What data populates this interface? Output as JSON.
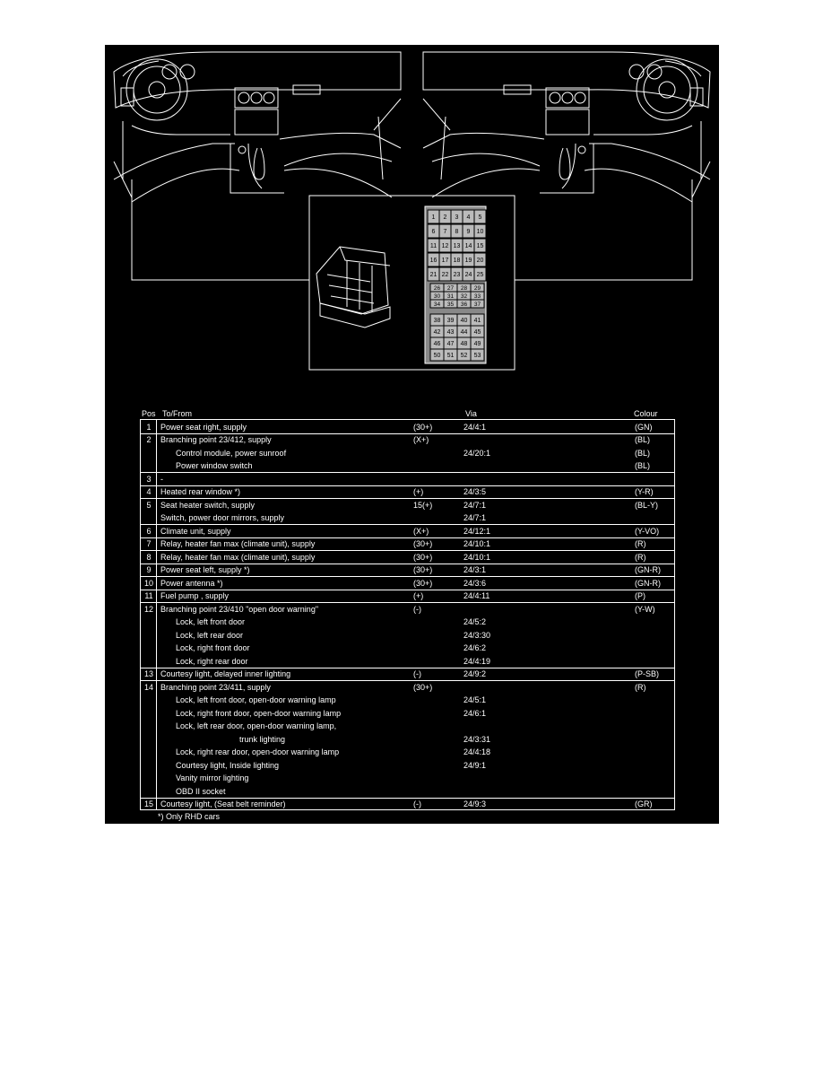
{
  "header": {
    "pos": "Pos",
    "tofrom": "To/From",
    "via": "Via",
    "colour": "Colour"
  },
  "grid": {
    "top": [
      "1",
      "2",
      "3",
      "4",
      "5",
      "6",
      "7",
      "8",
      "9",
      "10",
      "11",
      "12",
      "13",
      "14",
      "15",
      "16",
      "17",
      "18",
      "19",
      "20",
      "21",
      "22",
      "23",
      "24",
      "25"
    ],
    "mid": [
      "26",
      "27",
      "28",
      "29",
      "30",
      "31",
      "32",
      "33",
      "34",
      "35",
      "36",
      "37"
    ],
    "bottom": [
      "38",
      "39",
      "40",
      "41",
      "42",
      "43",
      "44",
      "45",
      "46",
      "47",
      "48",
      "49",
      "50",
      "51",
      "52",
      "53"
    ]
  },
  "rows": [
    {
      "pos": "1",
      "text": "Power seat right, supply",
      "term": "(30+)",
      "via": "24/4:1",
      "colour": "(GN)",
      "indent": 0,
      "sep": "full"
    },
    {
      "pos": "2",
      "text": "Branching point 23/412, supply",
      "term": "(X+)",
      "via": "",
      "colour": "(BL)",
      "indent": 0,
      "sep": "full"
    },
    {
      "pos": "",
      "text": "Control module, power sunroof",
      "term": "",
      "via": "24/20:1",
      "colour": "(BL)",
      "indent": 1,
      "sep": "none"
    },
    {
      "pos": "",
      "text": "Power window switch",
      "term": "",
      "via": "",
      "colour": "(BL)",
      "indent": 1,
      "sep": "none"
    },
    {
      "pos": "3",
      "text": "-",
      "term": "",
      "via": "",
      "colour": "",
      "indent": 0,
      "sep": "full"
    },
    {
      "pos": "4",
      "text": "Heated rear window *)",
      "term": "(+)",
      "via": "24/3:5",
      "colour": "(Y-R)",
      "indent": 0,
      "sep": "full"
    },
    {
      "pos": "5",
      "text": "Seat heater switch, supply",
      "term": "15(+)",
      "via": "24/7:1",
      "colour": "(BL-Y)",
      "indent": 0,
      "sep": "full"
    },
    {
      "pos": "",
      "text": "Switch, power door mirrors, supply",
      "term": "",
      "via": "24/7:1",
      "colour": "",
      "indent": 0,
      "sep": "none"
    },
    {
      "pos": "6",
      "text": "Climate unit, supply",
      "term": "(X+)",
      "via": "24/12:1",
      "colour": "(Y-VO)",
      "indent": 0,
      "sep": "full"
    },
    {
      "pos": "7",
      "text": "Relay, heater fan max (climate unit), supply",
      "term": "(30+)",
      "via": "24/10:1",
      "colour": "(R)",
      "indent": 0,
      "sep": "full"
    },
    {
      "pos": "8",
      "text": "Relay, heater fan max (climate unit), supply",
      "term": "(30+)",
      "via": "24/10:1",
      "colour": "(R)",
      "indent": 0,
      "sep": "full"
    },
    {
      "pos": "9",
      "text": "Power seat left, supply *)",
      "term": "(30+)",
      "via": "24/3:1",
      "colour": "(GN-R)",
      "indent": 0,
      "sep": "full"
    },
    {
      "pos": "10",
      "text": "Power antenna *)",
      "term": "(30+)",
      "via": "24/3:6",
      "colour": "(GN-R)",
      "indent": 0,
      "sep": "full"
    },
    {
      "pos": "11",
      "text": "Fuel pump , supply",
      "term": "(+)",
      "via": "24/4:11",
      "colour": "(P)",
      "indent": 0,
      "sep": "full"
    },
    {
      "pos": "12",
      "text": "Branching point 23/410 \"open door warning\"",
      "term": "(-)",
      "via": "",
      "colour": "(Y-W)",
      "indent": 0,
      "sep": "full"
    },
    {
      "pos": "",
      "text": "Lock, left front door",
      "term": "",
      "via": "24/5:2",
      "colour": "",
      "indent": 1,
      "sep": "none"
    },
    {
      "pos": "",
      "text": "Lock, left rear door",
      "term": "",
      "via": "24/3:30",
      "colour": "",
      "indent": 1,
      "sep": "none"
    },
    {
      "pos": "",
      "text": "Lock, right front door",
      "term": "",
      "via": "24/6:2",
      "colour": "",
      "indent": 1,
      "sep": "none"
    },
    {
      "pos": "",
      "text": "Lock, right rear door",
      "term": "",
      "via": "24/4:19",
      "colour": "",
      "indent": 1,
      "sep": "none"
    },
    {
      "pos": "13",
      "text": "Courtesy light, delayed inner lighting",
      "term": "(-)",
      "via": "24/9:2",
      "colour": "(P-SB)",
      "indent": 0,
      "sep": "full"
    },
    {
      "pos": "14",
      "text": "Branching point 23/411, supply",
      "term": "(30+)",
      "via": "",
      "colour": "(R)",
      "indent": 0,
      "sep": "full"
    },
    {
      "pos": "",
      "text": "Lock, left front door, open-door warning lamp",
      "term": "",
      "via": "24/5:1",
      "colour": "",
      "indent": 1,
      "sep": "none"
    },
    {
      "pos": "",
      "text": "Lock, right front door, open-door warning lamp",
      "term": "",
      "via": "24/6:1",
      "colour": "",
      "indent": 1,
      "sep": "none"
    },
    {
      "pos": "",
      "text": "Lock, left rear door, open-door warning lamp,",
      "term": "",
      "via": "",
      "colour": "",
      "indent": 1,
      "sep": "none"
    },
    {
      "pos": "",
      "text": "trunk lighting",
      "term": "",
      "via": "24/3:31",
      "colour": "",
      "indent": 2,
      "sep": "none"
    },
    {
      "pos": "",
      "text": "Lock, right rear door, open-door warning lamp",
      "term": "",
      "via": "24/4:18",
      "colour": "",
      "indent": 1,
      "sep": "none"
    },
    {
      "pos": "",
      "text": "Courtesy light, Inside lighting",
      "term": "",
      "via": "24/9:1",
      "colour": "",
      "indent": 1,
      "sep": "none"
    },
    {
      "pos": "",
      "text": "Vanity mirror lighting",
      "term": "",
      "via": "",
      "colour": "",
      "indent": 1,
      "sep": "none"
    },
    {
      "pos": "",
      "text": "OBD II socket",
      "term": "",
      "via": "",
      "colour": "",
      "indent": 1,
      "sep": "none"
    },
    {
      "pos": "15",
      "text": "Courtesy light, (Seat belt reminder)",
      "term": "(-)",
      "via": "24/9:3",
      "colour": "(GR)",
      "indent": 0,
      "sep": "full"
    }
  ],
  "footnote": "*)  Only RHD cars"
}
